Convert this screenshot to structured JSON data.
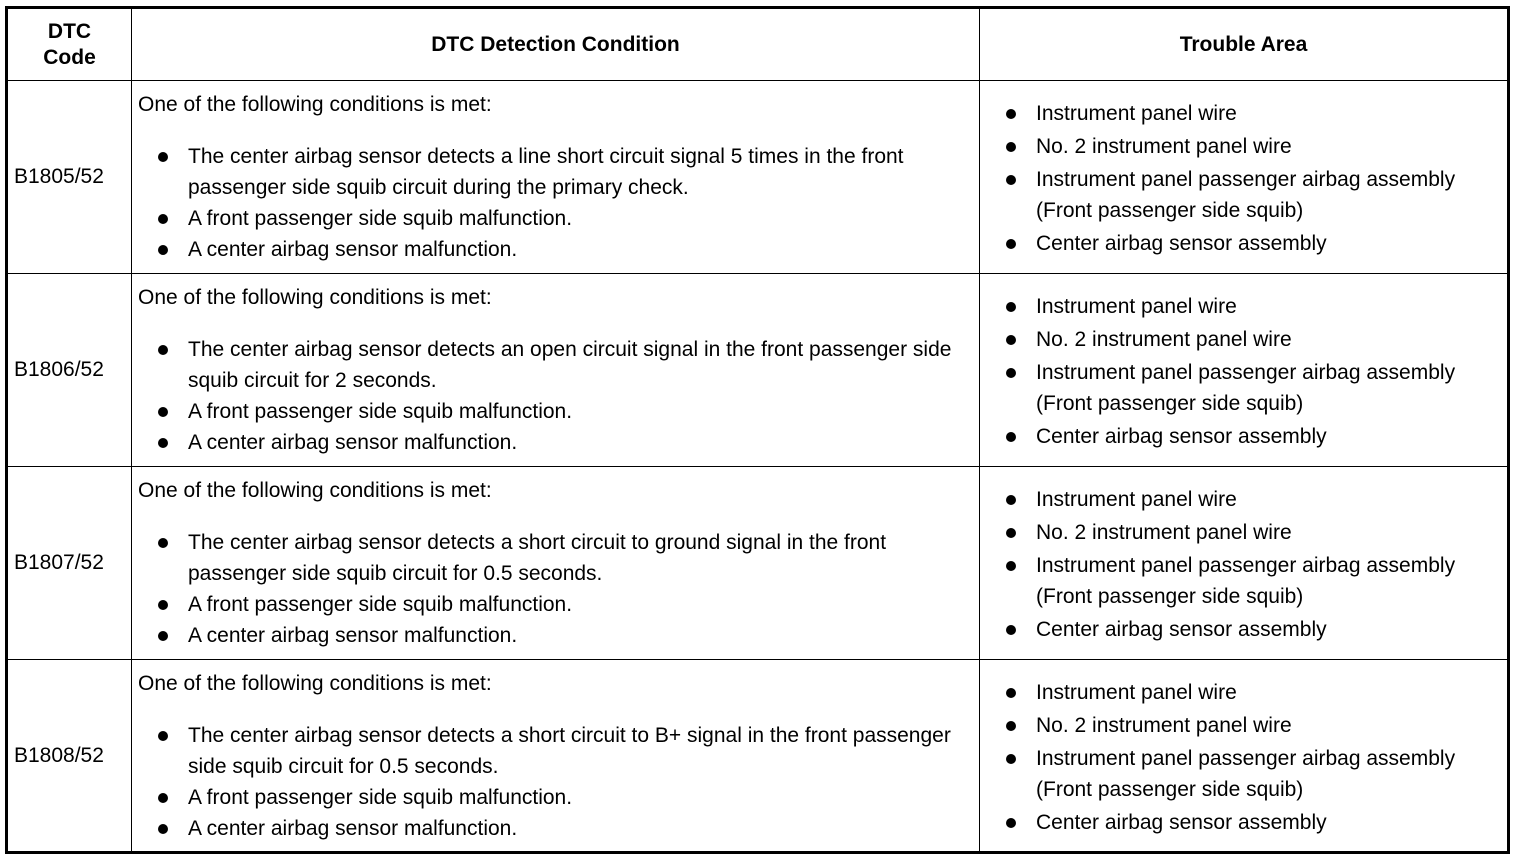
{
  "headers": {
    "code": "DTC Code",
    "code_line1": "DTC",
    "code_line2": "Code",
    "condition": "DTC Detection Condition",
    "trouble": "Trouble Area"
  },
  "rows": [
    {
      "code": "B1805/52",
      "intro": "One of the following conditions is met:",
      "conditions": [
        "The center airbag sensor detects a line short circuit signal 5 times in the front passenger side squib circuit during the primary check.",
        "A front passenger side squib malfunction.",
        "A center airbag sensor malfunction."
      ],
      "areas": [
        "Instrument panel wire",
        "No. 2 instrument panel wire",
        "Instrument panel passenger airbag assembly (Front passenger side squib)",
        "Center airbag sensor assembly"
      ]
    },
    {
      "code": "B1806/52",
      "intro": "One of the following conditions is met:",
      "conditions": [
        "The center airbag sensor detects an open circuit signal in the front passenger side squib circuit for 2 seconds.",
        "A front passenger side squib malfunction.",
        "A center airbag sensor malfunction."
      ],
      "areas": [
        "Instrument panel wire",
        "No. 2 instrument panel wire",
        "Instrument panel passenger airbag assembly (Front passenger side squib)",
        "Center airbag sensor assembly"
      ]
    },
    {
      "code": "B1807/52",
      "intro": "One of the following conditions is met:",
      "conditions": [
        "The center airbag sensor detects a short circuit to ground signal in the front passenger side squib circuit for 0.5 seconds.",
        "A front passenger side squib malfunction.",
        "A center airbag sensor malfunction."
      ],
      "areas": [
        "Instrument panel wire",
        "No. 2 instrument panel wire",
        "Instrument panel passenger airbag assembly (Front passenger side squib)",
        "Center airbag sensor assembly"
      ]
    },
    {
      "code": "B1808/52",
      "intro": "One of the following conditions is met:",
      "conditions": [
        "The center airbag sensor detects a short circuit to B+ signal in the front passenger side squib circuit for 0.5 seconds.",
        "A front passenger side squib malfunction.",
        "A center airbag sensor malfunction."
      ],
      "areas": [
        "Instrument panel wire",
        "No. 2 instrument panel wire",
        "Instrument panel passenger airbag assembly (Front passenger side squib)",
        "Center airbag sensor assembly"
      ]
    }
  ]
}
